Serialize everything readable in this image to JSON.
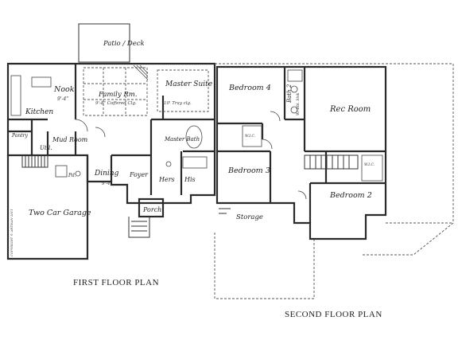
{
  "first_floor": {
    "caption": "FIRST FLOOR PLAN",
    "rooms": {
      "patio": "Patio / Deck",
      "nook": "Nook",
      "nook_size": "9'-4\"",
      "kitchen": "Kitchen",
      "family": "Family Rm.",
      "family_note": "9'-8\" Coffered Clg.",
      "master_suite": "Master Suite",
      "master_note": "10' Tray clg.",
      "master_bath": "Master Bath",
      "pantry": "Pantry",
      "mud_room": "Mud Room",
      "util": "Util.",
      "dining": "Dining",
      "dining_size": "9'-4\"",
      "foyer": "Foyer",
      "hers": "Hers",
      "his": "His",
      "garage": "Two Car Garage",
      "porch": "Porch",
      "pwd": "Pd."
    },
    "copyright": "COPYRIGHT © ARTISAN 2011"
  },
  "second_floor": {
    "caption": "SECOND FLOOR PLAN",
    "rooms": {
      "bedroom4": "Bedroom 4",
      "bath2": "Bath 2",
      "bath2_note": "W/ Dbl. Sink",
      "rec_room": "Rec Room",
      "bedroom3": "Bedroom 3",
      "bedroom2": "Bedroom 2",
      "storage": "Storage",
      "wic": "W.I.C."
    }
  }
}
